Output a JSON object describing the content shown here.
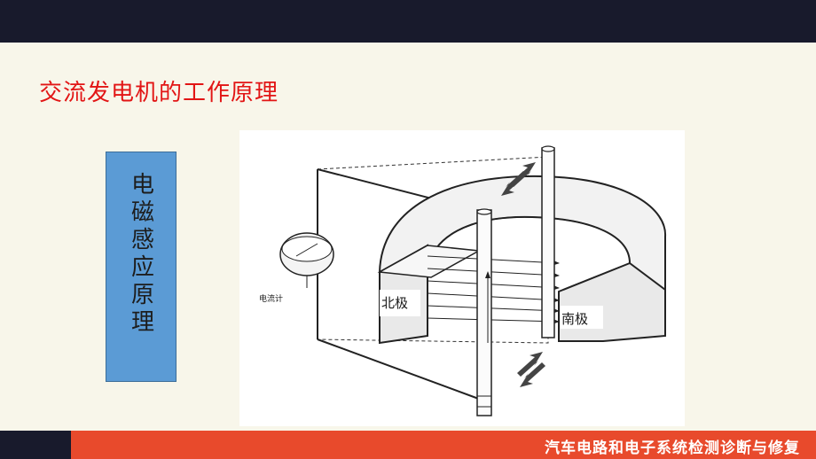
{
  "title": "交流发电机的工作原理",
  "side_box": {
    "text": "电磁感应原理",
    "color": "#5b9bd5"
  },
  "figure": {
    "north_label": "北极",
    "south_label": "南极",
    "meter_label": "电流计"
  },
  "footer": {
    "text": "汽车电路和电子系统检测诊断与修复"
  },
  "colors": {
    "title": "#e21515",
    "top_bar": "#181a2c",
    "footer_accent": "#e84a2c",
    "background": "#f8f6ea"
  }
}
